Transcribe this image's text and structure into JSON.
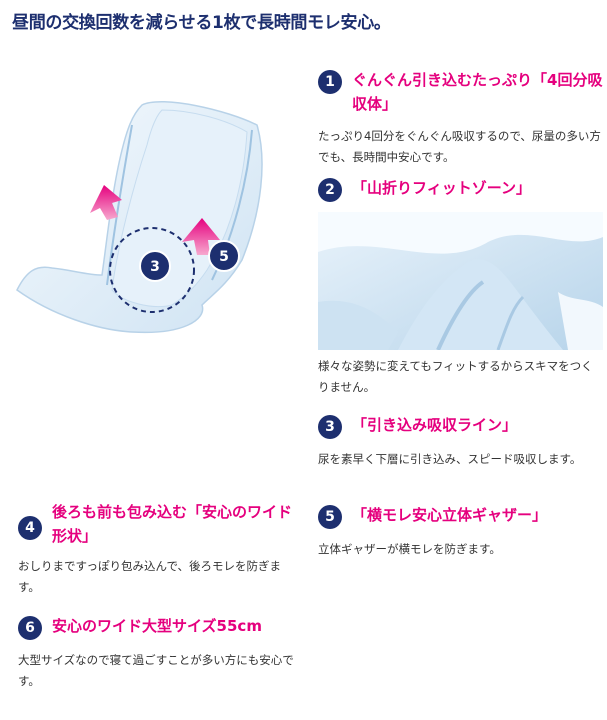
{
  "headline": "昼間の交換回数を減らせる1枚で長時間モレ安心。",
  "colors": {
    "navy": "#1d2f6f",
    "accent": "#e5007e",
    "text": "#333333"
  },
  "features": [
    {
      "number": "1",
      "title": "ぐんぐん引き込むたっぷり「4回分吸収体」",
      "description": "たっぷり4回分をぐんぐん吸収するので、尿量の多い方でも、長時間中安心です。"
    },
    {
      "number": "2",
      "title": "「山折りフィットゾーン」",
      "description": "様々な姿勢に変えてもフィットするからスキマをつくりません。"
    },
    {
      "number": "3",
      "title": "「引き込み吸収ライン」",
      "description": "尿を素早く下層に引き込み、スピード吸収します。"
    },
    {
      "number": "4",
      "title": "後ろも前も包み込む「安心のワイド形状」",
      "description": "おしりまですっぽり包み込んで、後ろモレを防ぎます。"
    },
    {
      "number": "5",
      "title": "「横モレ安心立体ギャザー」",
      "description": "立体ギャザーが横モレを防ぎます。"
    },
    {
      "number": "6",
      "title": "安心のワイド大型サイズ55cm",
      "description": "大型サイズなので寝て過ごすことが多い方にも安心です。"
    }
  ],
  "diagram_badges": [
    "3",
    "5"
  ]
}
